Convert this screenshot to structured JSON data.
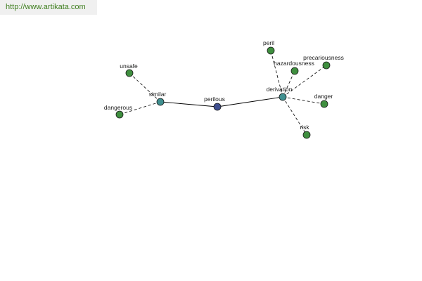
{
  "banner": {
    "url_text": "http://www.artikata.com",
    "color": "#3f7f1f"
  },
  "colors": {
    "leaf": "#3f8f3f",
    "relation": "#3f8f8f",
    "center": "#3f4f8f"
  },
  "nodes": [
    {
      "id": "perilous",
      "label": "perilous",
      "kind": "center"
    },
    {
      "id": "similar",
      "label": "similar",
      "kind": "relation"
    },
    {
      "id": "derivation",
      "label": "derivation",
      "kind": "relation"
    },
    {
      "id": "unsafe",
      "label": "unsafe",
      "kind": "leaf"
    },
    {
      "id": "dangerous",
      "label": "dangerous",
      "kind": "leaf"
    },
    {
      "id": "peril",
      "label": "peril",
      "kind": "leaf"
    },
    {
      "id": "hazardousness",
      "label": "hazardousness",
      "kind": "leaf"
    },
    {
      "id": "precariousness",
      "label": "precariousness",
      "kind": "leaf"
    },
    {
      "id": "danger",
      "label": "danger",
      "kind": "leaf"
    },
    {
      "id": "risk",
      "label": "risk",
      "kind": "leaf"
    }
  ],
  "edges": [
    {
      "from": "perilous",
      "to": "similar",
      "style": "solid"
    },
    {
      "from": "perilous",
      "to": "derivation",
      "style": "solid"
    },
    {
      "from": "similar",
      "to": "unsafe",
      "style": "dashed"
    },
    {
      "from": "similar",
      "to": "dangerous",
      "style": "dashed"
    },
    {
      "from": "derivation",
      "to": "peril",
      "style": "dashed"
    },
    {
      "from": "derivation",
      "to": "hazardousness",
      "style": "dashed"
    },
    {
      "from": "derivation",
      "to": "precariousness",
      "style": "dashed"
    },
    {
      "from": "derivation",
      "to": "danger",
      "style": "dashed"
    },
    {
      "from": "derivation",
      "to": "risk",
      "style": "dashed"
    }
  ]
}
